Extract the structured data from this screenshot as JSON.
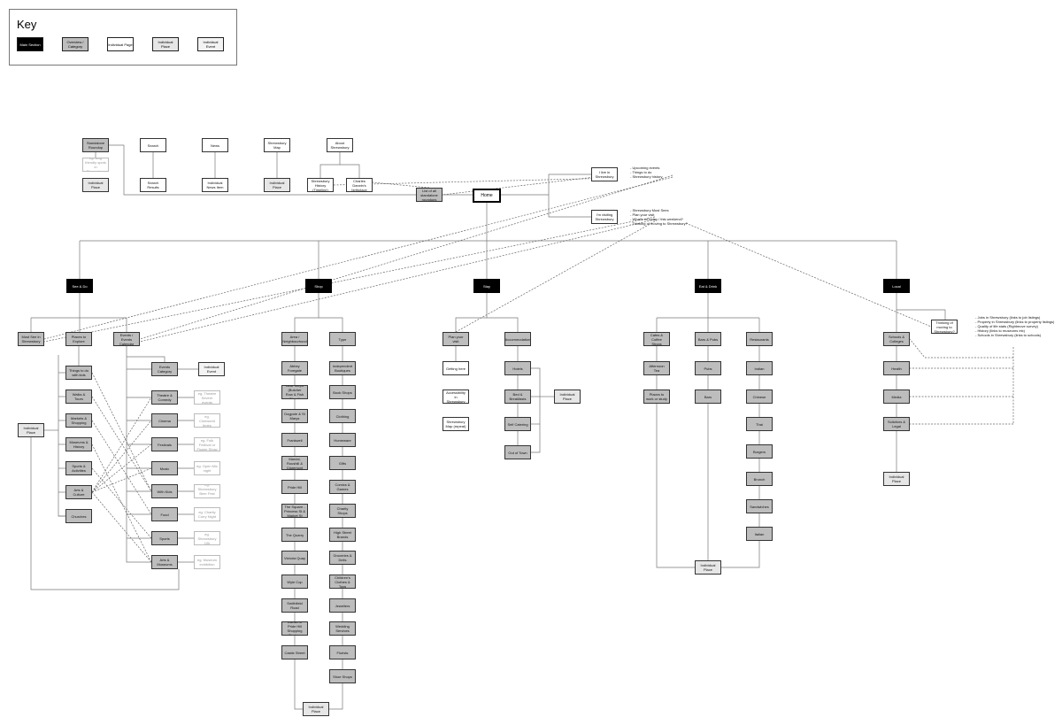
{
  "key": {
    "title": "Key",
    "items": [
      {
        "id": "main",
        "label": "Main Section"
      },
      {
        "id": "overview",
        "label": "Overview / Category"
      },
      {
        "id": "page",
        "label": "Individual Page"
      },
      {
        "id": "place",
        "label": "Individual Place"
      },
      {
        "id": "event",
        "label": "Individual Event"
      }
    ]
  },
  "nodes": {
    "home": "Home",
    "standalone_roundup": "Standalone Roundup",
    "eg_dog_friendly": "eg. Dog friendly spots in Shrewsbury",
    "ind_place_roundup": "Individual Place",
    "list_standalone": "List of all standalone roundups",
    "search": "Search",
    "search_results": "Search Results",
    "news": "News",
    "ind_news": "Individual News Item",
    "map": "Shrewsbury Map",
    "ind_place_map": "Individual Place",
    "about": "About Shrewsbury",
    "history": "Shrewsbury History (Timeline)",
    "darwin": "Charles Darwin's birthplace",
    "live_in": "I live in Shrewsbury",
    "visiting": "I'm visiting Shrewsbury",
    "see_do": "See & Do",
    "shop": "Shop",
    "stay": "Stay",
    "eat_drink": "Eat & Drink",
    "local": "Local",
    "must_see": "Must See in Shrewsbury",
    "places_explore": "Places to Explore",
    "events_calendar": "Events / Events Calendar",
    "things_kids": "Things to do with kids",
    "walks_tours": "Walks & Tours",
    "markets": "Markets & Shopping",
    "museums_history": "Museums & History",
    "sports_activities": "Sports & Activities",
    "arts_culture": "Arts & Culture",
    "churches": "Churches",
    "ind_place_see": "Individual Place",
    "events_category": "Events Category",
    "ind_event": "Individual Event",
    "ev_theatre": "Theatre & Comedy",
    "ev_cinema": "Cinema",
    "ev_festivals": "Festivals",
    "ev_music": "Music",
    "ev_kids": "With Kids",
    "ev_food": "Food",
    "ev_sports": "Sports",
    "ev_arts": "Arts & Museums",
    "eg_theatre": "eg. Theatre Severn events",
    "eg_cinema": "eg. Cineworld times",
    "eg_festivals": "eg. Folk Festival or Flower Show",
    "eg_music": "eg. Open Mic night",
    "eg_kids": "eg. Shrewsbury Beer Fest events",
    "eg_food": "eg. Charity Curry Night",
    "eg_sports": "eg. Shrewsbury 10k",
    "eg_arts": "eg. Museum exhibition",
    "area": "Area / Neighbourhood",
    "type": "Type",
    "area_abbey": "Abbey Foregate",
    "area_bear": "Bear Steps (Butcher Row & Fish Street)",
    "area_dogpole": "Dogpole & St Marys",
    "area_frankwell": "Frankwell",
    "area_mardol": "Mardol, Roushill & Claremont",
    "area_pride": "Pride Hill",
    "area_square": "The Square - Princess St & Market St",
    "area_quarry": "The Quarry",
    "area_victoria": "Victoria Quay",
    "area_wyle": "Wyle Cop",
    "area_smithfield": "Smithfield Road",
    "area_darwin_centre": "Darwin & Pride Hill Shopping Centres",
    "area_castle": "Castle Street",
    "type_indep": "Independent Boutiques",
    "type_book": "Book Shops",
    "type_clothing": "Clothing",
    "type_homeware": "Homeware",
    "type_gifts": "Gifts",
    "type_comics": "Comics & Games",
    "type_charity": "Charity Shops",
    "type_highstreet": "High Street Brands",
    "type_groceries": "Groceries & Delis",
    "type_childrens": "Children's Clothes & Toys",
    "type_jewellers": "Jewellers",
    "type_wedding": "Wedding Services",
    "type_florists": "Florists",
    "type_shoe": "Shoe Shops",
    "ind_place_shop": "Individual Place",
    "plan_visit": "Plan your visit",
    "getting_here": "Getting here",
    "accessibility": "Accessibility in Shrewsbury",
    "map_repeat": "Shrewsbury Map (repeat)",
    "accommodation": "Accommodation",
    "hotels": "Hotels",
    "bnb": "Bed & Breakfasts",
    "self_catering": "Self Catering",
    "out_of_town": "Out of Town",
    "ind_place_stay": "Individual Place",
    "cafes": "Cafes & Coffee Shops",
    "bars_pubs": "Bars & Pubs",
    "restaurants": "Restaurants",
    "afternoon_tea": "Afternoon Tea",
    "work_study": "Places to work or study",
    "pubs": "Pubs",
    "bars": "Bars",
    "r_indian": "Indian",
    "r_chinese": "Chinese",
    "r_thai": "Thai",
    "r_burgers": "Burgers",
    "r_brunch": "Brunch",
    "r_sandwiches": "Sandwiches",
    "r_italian": "Italian",
    "ind_place_eat": "Individual Place",
    "schools": "Schools & Colleges",
    "health": "Health",
    "media": "Media",
    "solicitors": "Solicitors & Legal",
    "ind_place_local": "Individual Place",
    "thinking_moving": "Thinking of moving to Shrewsbury?"
  },
  "notes": {
    "live_in": [
      "- Upcoming events",
      "- Things to do",
      "- Shrewsbury history"
    ],
    "visiting": [
      "- Shrewsbury Must Sees",
      "- Plan your visit",
      "- What's on today / this weekend?",
      "- Thinking of moving to Shrewsbury?"
    ],
    "moving": [
      "- Jobs in Shrewsbury (links to job listings)",
      "- Property in Shrewsbury (links to property listings)",
      "- Quality of life stats (Rightmove survey)",
      "- History (links to museums etc)",
      "- Schools in Shrewsbury (links to schools)"
    ]
  }
}
